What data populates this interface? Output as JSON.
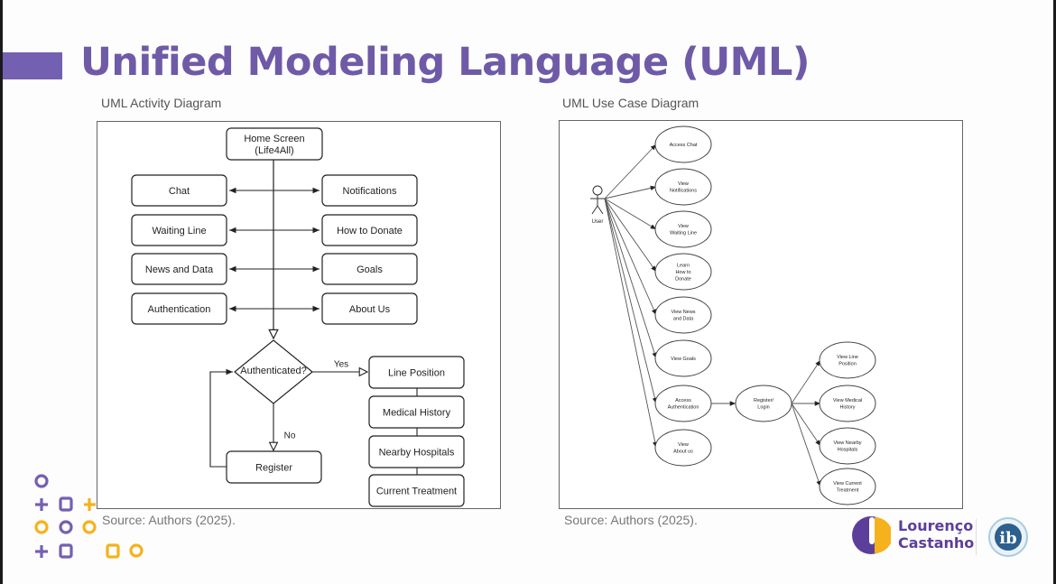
{
  "slide": {
    "title": "Unified Modeling Language (UML)",
    "accent_color": "#6f5aa8",
    "secondary_color": "#f5b21d"
  },
  "activity": {
    "caption": "UML Activity Diagram",
    "source": "Source: Authors (2025).",
    "start": "Home Screen",
    "start_sub": "(Life4All)",
    "left_items": [
      "Chat",
      "Waiting Line",
      "News and Data",
      "Authentication"
    ],
    "right_items": [
      "Notifications",
      "How to Donate",
      "Goals",
      "About Us"
    ],
    "decision": "Authenticated?",
    "yes_label": "Yes",
    "no_label": "No",
    "register": "Register",
    "yes_items": [
      "Line Position",
      "Medical History",
      "Nearby Hospitals",
      "Current Treatment"
    ]
  },
  "usecase": {
    "caption": "UML Use Case Diagram",
    "source": "Source: Authors (2025).",
    "actor": "User",
    "cases": [
      [
        "Access Chat"
      ],
      [
        "View",
        "Notifications"
      ],
      [
        "View",
        "Waiting Line"
      ],
      [
        "Learn",
        "How to",
        "Donate"
      ],
      [
        "View News",
        "and Data"
      ],
      [
        "View Goals"
      ],
      [
        "Access",
        "Authentication"
      ],
      [
        "View",
        "About us"
      ]
    ],
    "register": [
      "Register/",
      "Login"
    ],
    "sub_cases": [
      [
        "View Line",
        "Position"
      ],
      [
        "View Medical",
        "History"
      ],
      [
        "View Nearby",
        "Hospitals"
      ],
      [
        "View Current",
        "Treatment"
      ]
    ]
  },
  "branding": {
    "school_line1": "Lourenço",
    "school_line2": "Castanho",
    "ib_logo": "ib"
  }
}
